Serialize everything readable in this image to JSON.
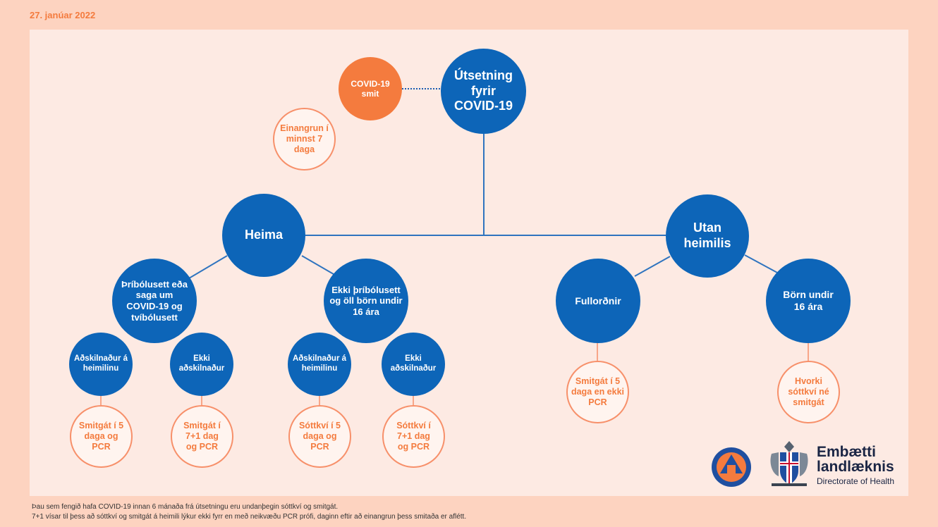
{
  "date": "27. janúar 2022",
  "colors": {
    "blue": "#0d65b8",
    "orange": "#f47b3e",
    "outline": "#f7906a",
    "background": "#fdd3c0",
    "panel": "#fdeae3"
  },
  "nodes": {
    "exposure": "Útsetning fyrir COVID-19",
    "covid_smit": "COVID-19 smit",
    "isolation": "Einangrun í minnst 7 daga",
    "home": "Heima",
    "outside": "Utan heimilis",
    "triple_vaccinated": "Þríbólusett eða saga um COVID-19 og tvíbólusett",
    "not_triple_vaccinated": "Ekki þríbólusett og öll börn undir 16 ára",
    "adults": "Fullorðnir",
    "children": "Börn undir 16 ára",
    "separated_a": "Aðskilnaður á heimilinu",
    "not_separated_a": "Ekki aðskilnaður",
    "separated_b": "Aðskilnaður á heimilinu",
    "not_separated_b": "Ekki aðskilnaður",
    "outcome_1": "Smitgát í 5 daga og PCR",
    "outcome_2": "Smitgát í 7+1 dag og PCR",
    "outcome_3": "Sóttkví í 5 daga og PCR",
    "outcome_4": "Sóttkví í 7+1 dag og PCR",
    "outcome_adults": "Smitgát í 5 daga en ekki PCR",
    "outcome_children": "Hvorki sóttkví né smitgát"
  },
  "footer": {
    "line1": "Þau sem fengið hafa COVID-19 innan 6 mánaða frá útsetningu eru undanþegin sóttkví og smitgát.",
    "line2": "7+1 vísar til þess að sóttkví og smitgát á heimili lýkur ekki fyrr en með neikvæðu PCR prófi, daginn eftir að einangrun þess smitaða er aflétt."
  },
  "logos": {
    "civil_protection_icon": "civil-protection-crest",
    "coat_of_arms_icon": "iceland-coat-of-arms",
    "title": "Embætti landlæknis",
    "subtitle": "Directorate of Health"
  }
}
